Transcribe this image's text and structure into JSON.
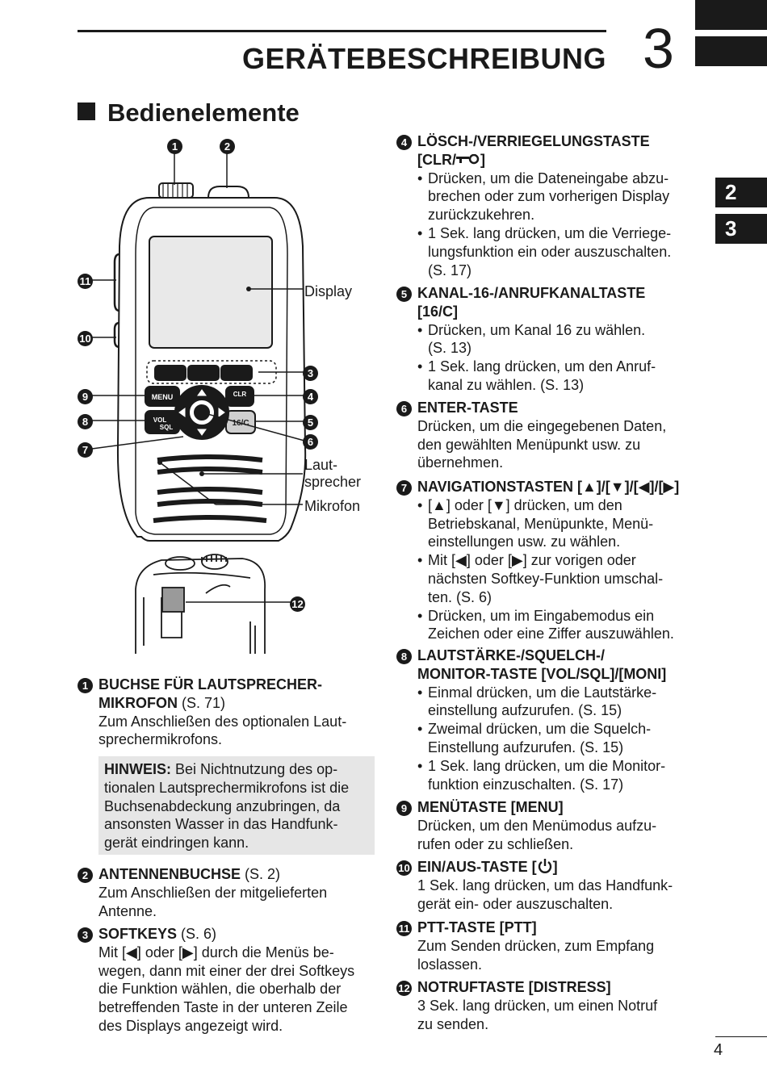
{
  "header": {
    "title": "GERÄTEBESCHREIBUNG",
    "chapter": "3"
  },
  "side_tabs": [
    "2",
    "3"
  ],
  "section_title": "Bedienelemente",
  "figure": {
    "labels": {
      "display": "Display",
      "speaker_line1": "Laut-",
      "speaker_line2": "sprecher",
      "mic": "Mikrofon"
    },
    "keys": {
      "menu": "MENU",
      "vol": "VOL",
      "sql": "SQL",
      "clr": "CLR",
      "ch16": "16/C"
    },
    "callouts": [
      "1",
      "2",
      "3",
      "4",
      "5",
      "6",
      "7",
      "8",
      "9",
      "10",
      "11",
      "12"
    ]
  },
  "entries": {
    "e1": {
      "num": "1",
      "title_l1": "BUCHSE FÜR LAUTSPRECHER-",
      "title_l2": "MIKROFON",
      "ref": " (S. 71)",
      "body": [
        "Zum Anschließen des optionalen Laut-",
        "sprechermikrofons."
      ]
    },
    "note": {
      "label": "HINWEIS:",
      "lines": [
        " Bei Nichtnutzung des op-",
        "tionalen Lautsprechermikrofons ist die",
        "Buchsenabdeckung anzubringen, da",
        "ansonsten Wasser in das Handfunk-",
        "gerät eindringen kann."
      ]
    },
    "e2": {
      "num": "2",
      "title": "ANTENNENBUCHSE",
      "ref": " (S. 2)",
      "body": [
        "Zum Anschließen der mitgelieferten",
        "Antenne."
      ]
    },
    "e3": {
      "num": "3",
      "title": "SOFTKEYS",
      "ref": " (S. 6)",
      "body": [
        "Mit [◀] oder [▶] durch die Menüs be-",
        "wegen, dann mit einer der drei Softkeys",
        "die Funktion wählen, die oberhalb der",
        "betreffenden Taste in der unteren Zeile",
        "des Displays angezeigt wird."
      ]
    },
    "e4": {
      "num": "4",
      "title_l1": "LÖSCH-/VERRIEGELUNGSTASTE",
      "title_l2": "[CLR/",
      "title_l2_end": "]",
      "bullets": [
        [
          "Drücken, um die Dateneingabe abzu-",
          "brechen oder zum vorherigen Display",
          "zurückzukehren."
        ],
        [
          "1 Sek. lang drücken, um die Verriege-",
          "lungsfunktion ein oder auszuschalten.",
          "(S. 17)"
        ]
      ]
    },
    "e5": {
      "num": "5",
      "title_l1": "KANAL-16-/ANRUFKANALTASTE",
      "title_l2": "[16/C]",
      "bullets": [
        [
          "Drücken, um Kanal 16 zu wählen.",
          "(S. 13)"
        ],
        [
          "1 Sek. lang drücken, um den Anruf-",
          "kanal zu wählen. (S. 13)"
        ]
      ]
    },
    "e6": {
      "num": "6",
      "title": "ENTER-TASTE",
      "body": [
        "Drücken, um die eingegebenen Daten,",
        "den gewählten Menüpunkt usw. zu",
        "übernehmen."
      ]
    },
    "e7": {
      "num": "7",
      "title": "NAVIGATIONSTASTEN [▲]/[▼]/[◀]/[▶]",
      "bullets": [
        [
          "[▲] oder [▼] drücken, um den",
          "Betriebskanal, Menüpunkte, Menü-",
          "einstellungen usw. zu wählen."
        ],
        [
          "Mit [◀] oder [▶] zur vorigen oder",
          "nächsten Softkey-Funktion umschal-",
          "ten. (S. 6)"
        ],
        [
          "Drücken, um im Eingabemodus ein",
          "Zeichen oder eine Ziffer auszuwählen."
        ]
      ]
    },
    "e8": {
      "num": "8",
      "title_l1": "LAUTSTÄRKE-/SQUELCH-/",
      "title_l2": "MONITOR-TASTE [VOL/SQL]/[MONI]",
      "bullets": [
        [
          "Einmal drücken, um die Lautstärke-",
          "einstellung aufzurufen. (S. 15)"
        ],
        [
          "Zweimal drücken, um die Squelch-",
          "Einstellung aufzurufen. (S. 15)"
        ],
        [
          "1 Sek. lang drücken, um die Monitor-",
          "funktion einzuschalten. (S. 17)"
        ]
      ]
    },
    "e9": {
      "num": "9",
      "title": "MENÜTASTE [MENU]",
      "body": [
        "Drücken, um den Menümodus aufzu-",
        "rufen oder zu schließen."
      ]
    },
    "e10": {
      "num": "10",
      "title": "EIN/AUS-TASTE [",
      "title_end": "]",
      "body": [
        "1 Sek. lang drücken, um das Handfunk-",
        "gerät ein- oder auszuschalten."
      ]
    },
    "e11": {
      "num": "11",
      "title": "PTT-TASTE [PTT]",
      "body": [
        "Zum Senden drücken, zum Empfang",
        "loslassen."
      ]
    },
    "e12": {
      "num": "12",
      "title": "NOTRUFTASTE [DISTRESS]",
      "body": [
        "3 Sek. lang drücken, um einen Notruf",
        "zu senden."
      ]
    }
  },
  "page_number": "4"
}
